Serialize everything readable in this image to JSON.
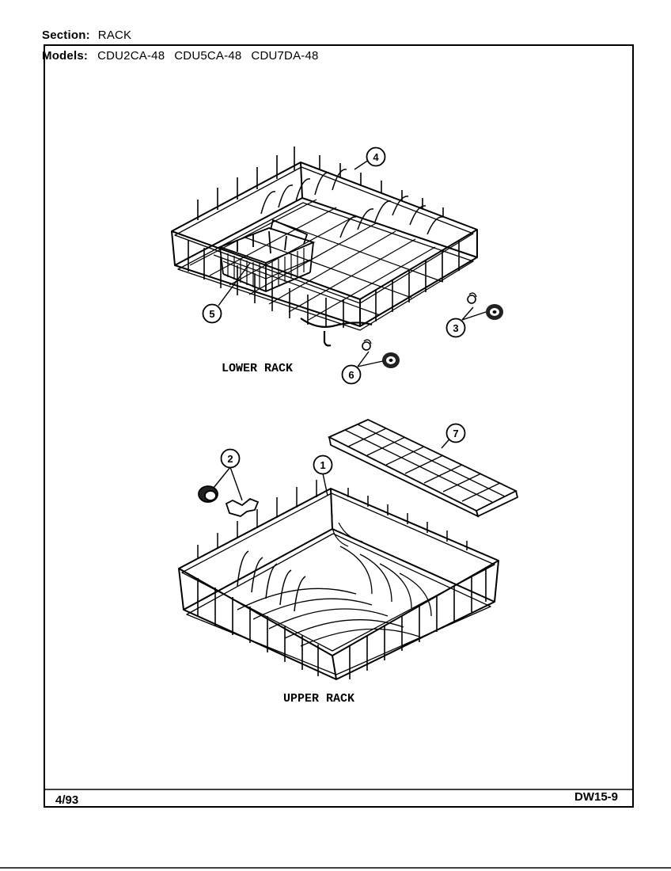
{
  "header": {
    "section_label": "Section:",
    "section_value": "RACK",
    "models_label": "Models:",
    "models": [
      "CDU2CA-48",
      "CDU5CA-48",
      "CDU7DA-48"
    ]
  },
  "diagram": {
    "lower_rack_label": "LOWER RACK",
    "upper_rack_label": "UPPER RACK",
    "callouts": [
      "4",
      "5",
      "3",
      "6",
      "7",
      "2",
      "1"
    ]
  },
  "footer": {
    "date": "4/93",
    "code": "DW15-9"
  }
}
